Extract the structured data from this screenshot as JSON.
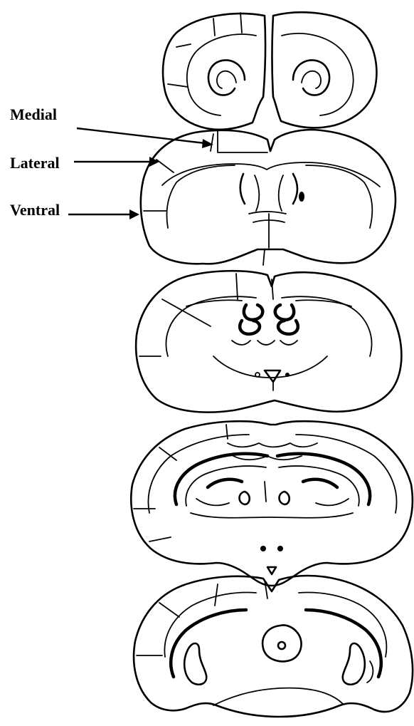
{
  "labels": {
    "medial": "Medial",
    "lateral": "Lateral",
    "ventral": "Ventral"
  },
  "colors": {
    "ink": "#000000",
    "background": "#ffffff"
  }
}
